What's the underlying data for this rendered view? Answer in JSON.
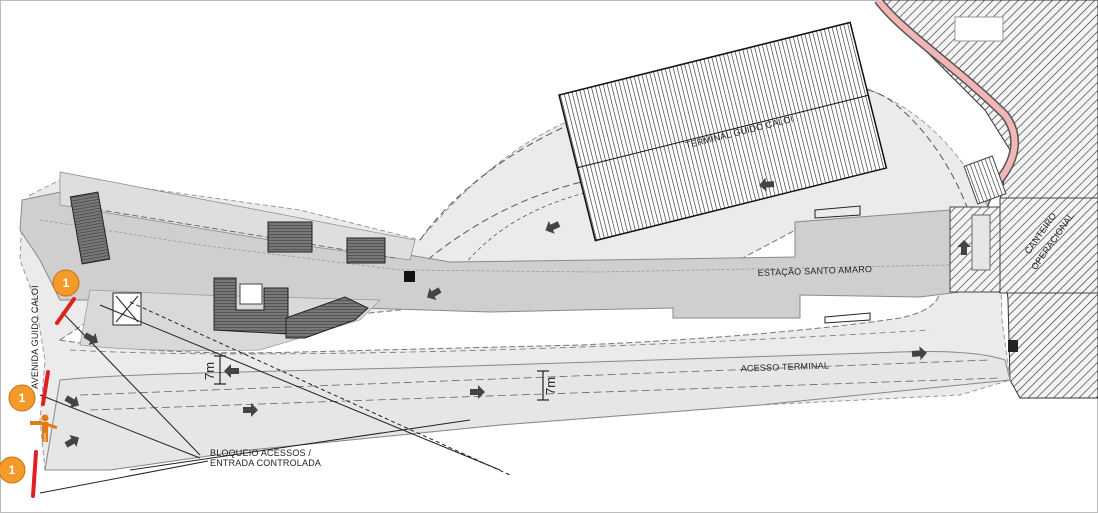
{
  "labels": {
    "terminal": "TERMINAL GUIDO CALOI",
    "station": "ESTAÇÃO SANTO AMARO",
    "access": "ACESSO TERMINAL",
    "avenue": "AVENIDA GUIDO CALOI",
    "block_line1": "BLOQUEIO ACESSOS /",
    "block_line2": "ENTRADA CONTROLADA",
    "yard_line1": "CANTEIRO",
    "yard_line2": "OPERACIONAL",
    "dim_left": "7m",
    "dim_mid": "7m"
  },
  "badges": [
    "1",
    "1",
    "1"
  ],
  "colors": {
    "badge": "#f39a2b",
    "barrier": "#e02020",
    "platform": "#cfcfcf",
    "ground": "#ebebeb",
    "path": "#f3b6b6",
    "hatch": "#333333"
  },
  "icons": [
    "direction-arrow-icon",
    "traffic-controller-icon"
  ]
}
